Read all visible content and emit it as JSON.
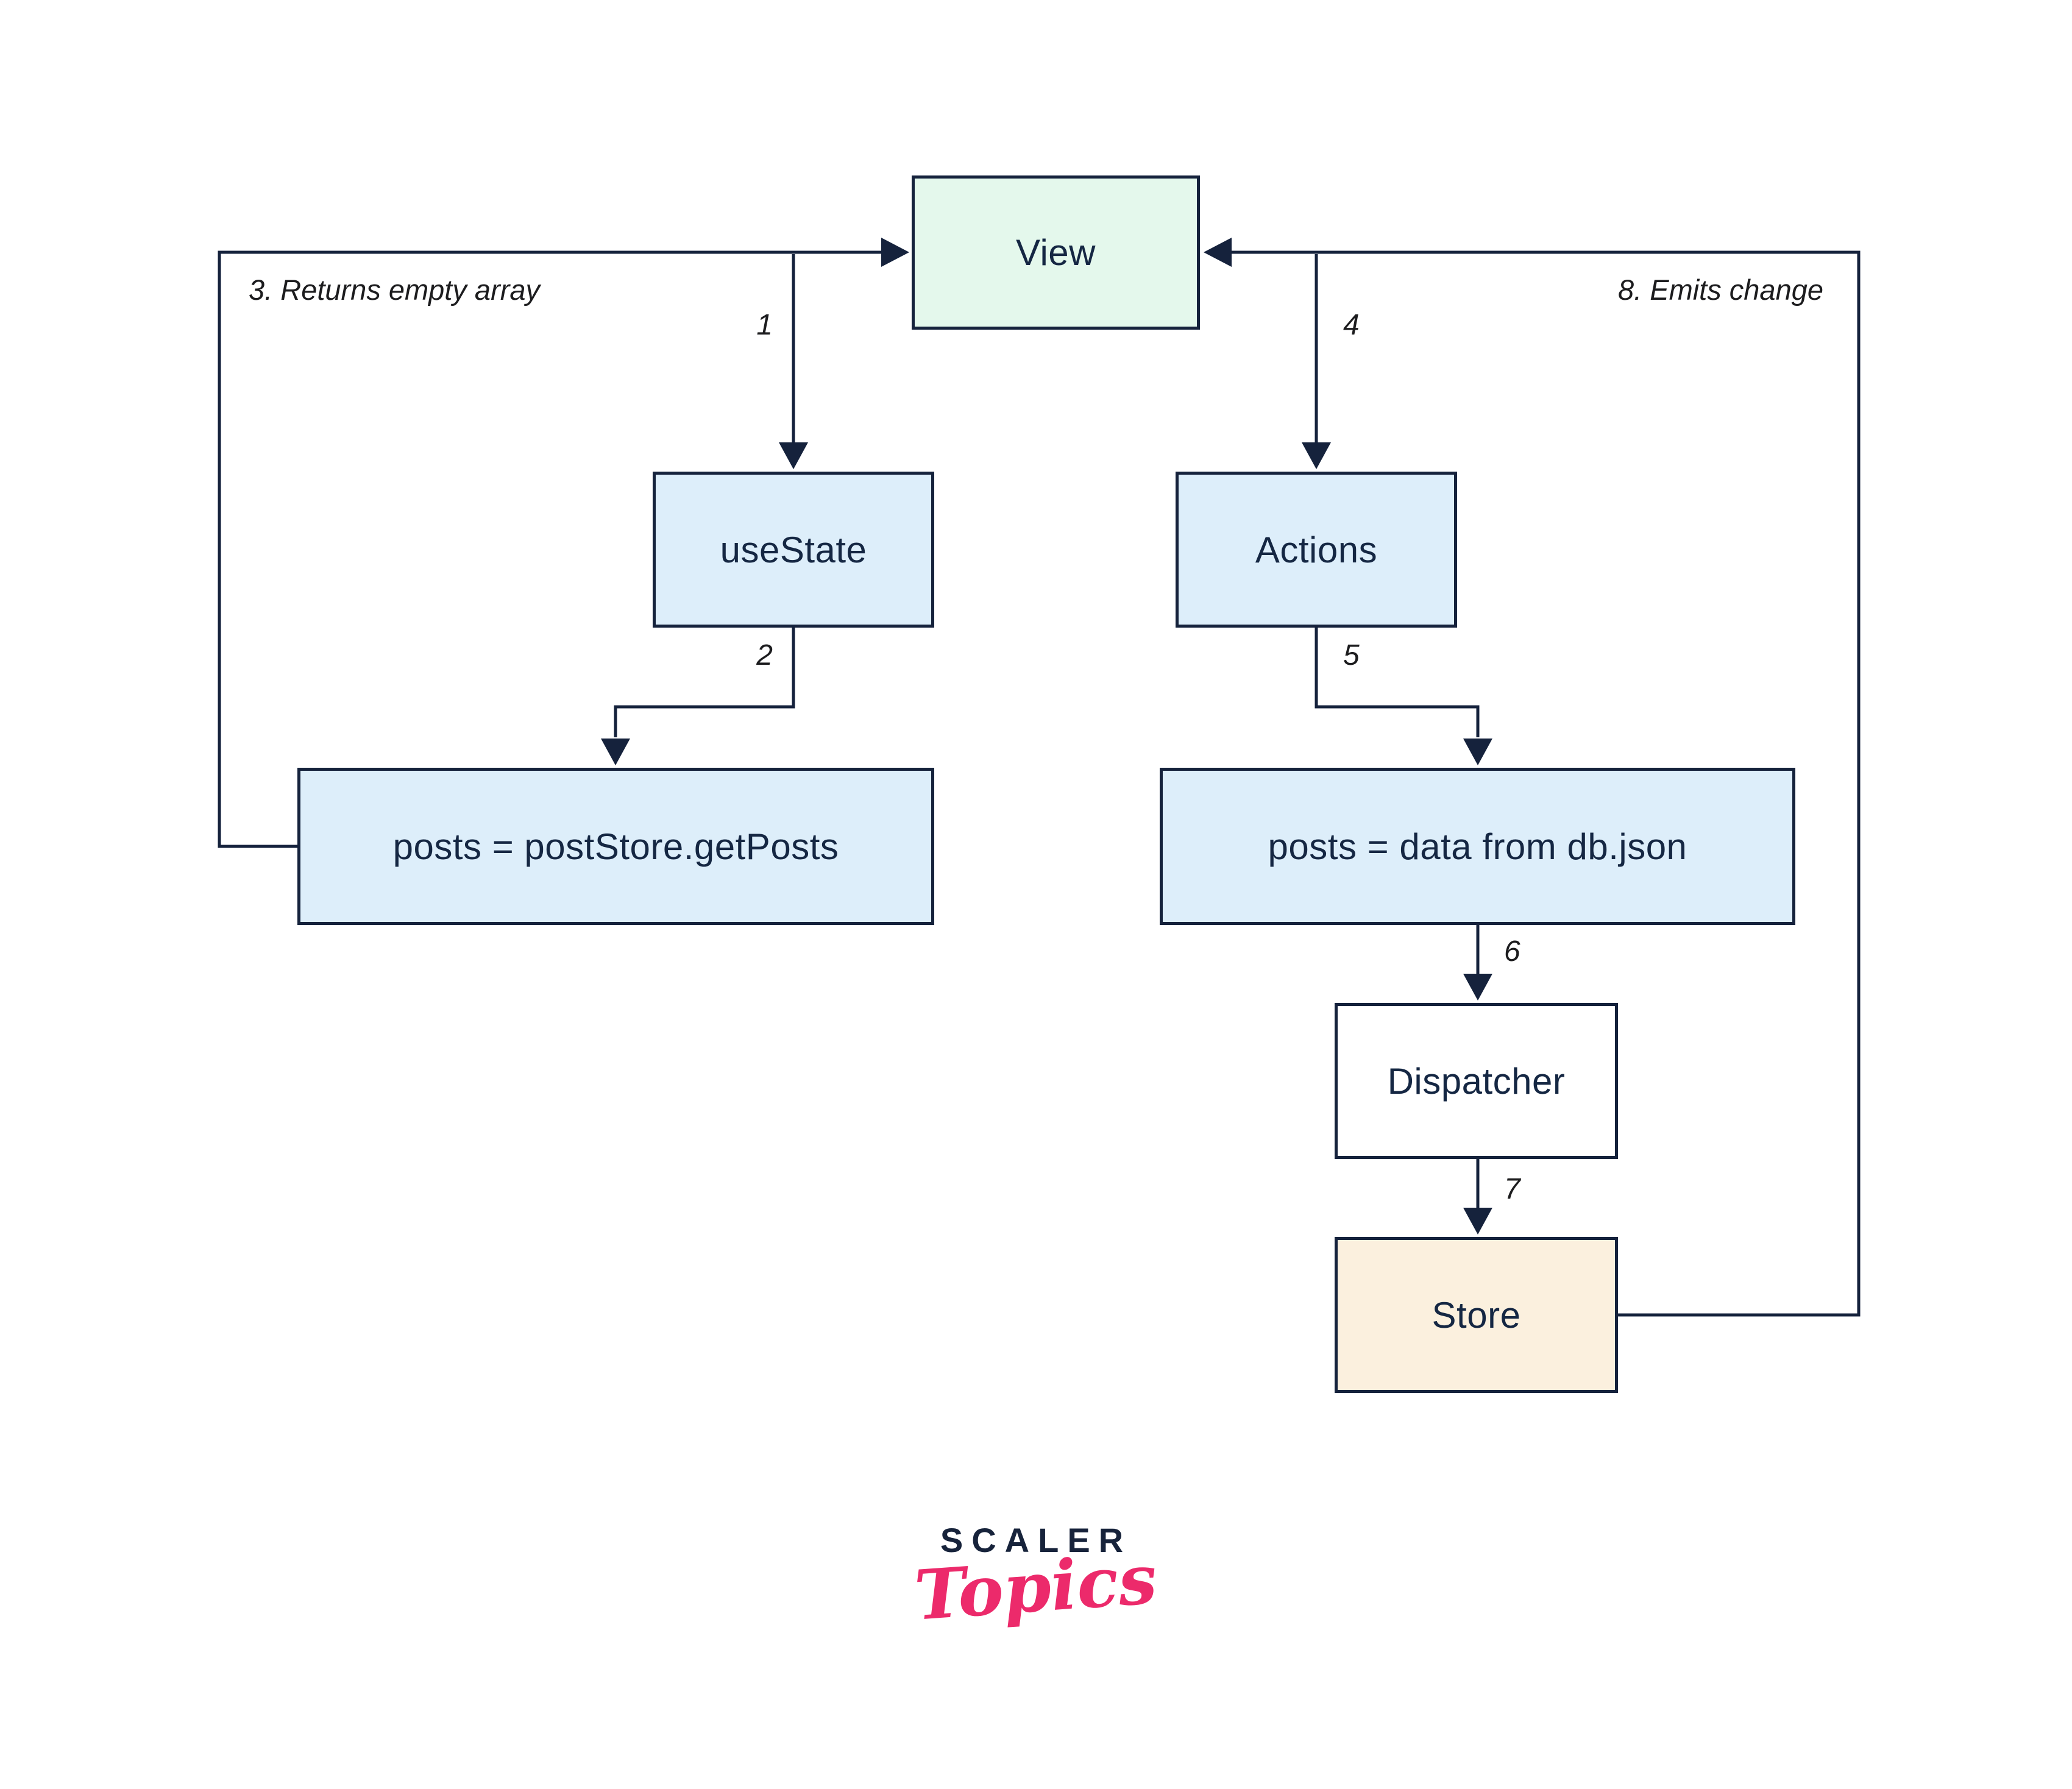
{
  "theme": {
    "canvas-bg": "#ffffff",
    "line-color": "#15223c",
    "node-text-color": "#152743",
    "annotation-color": "#1c1c1e",
    "view-bg": "#e4f8ec",
    "blue-bg": "#ddeefa",
    "dispatcher-bg": "#ffffff",
    "store-bg": "#fbf0de",
    "logo-navy": "#17233b",
    "logo-pink": "#ec2a6b"
  },
  "diagram": {
    "nodes": {
      "view": {
        "label": "View"
      },
      "use_state": {
        "label": "useState"
      },
      "actions": {
        "label": "Actions"
      },
      "get_posts": {
        "label": "posts = postStore.getPosts"
      },
      "db_json": {
        "label": "posts = data from db.json"
      },
      "dispatcher": {
        "label": "Dispatcher"
      },
      "store": {
        "label": "Store"
      }
    },
    "edge_labels": {
      "step1": "1",
      "step2": "2",
      "step4": "4",
      "step5": "5",
      "step6": "6",
      "step7": "7"
    },
    "annotations": {
      "returns_empty_array": "3. Returns empty array",
      "emits_change": "8. Emits change"
    }
  },
  "logo": {
    "brand": "SCALER",
    "sub": "Topics"
  }
}
